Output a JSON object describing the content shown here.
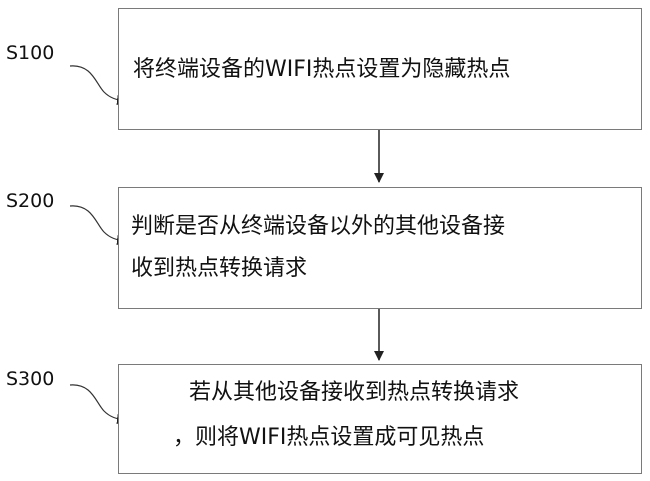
{
  "steps": [
    {
      "label": "S100",
      "lines": [
        "将终端设备的WIFI热点设置为隐藏热点"
      ]
    },
    {
      "label": "S200",
      "lines": [
        "判断是否从终端设备以外的其他设备接",
        "收到热点转换请求"
      ]
    },
    {
      "label": "S300",
      "lines": [
        "若从其他设备接收到热点转换请求",
        "，则将WIFI热点设置成可见热点"
      ]
    }
  ]
}
